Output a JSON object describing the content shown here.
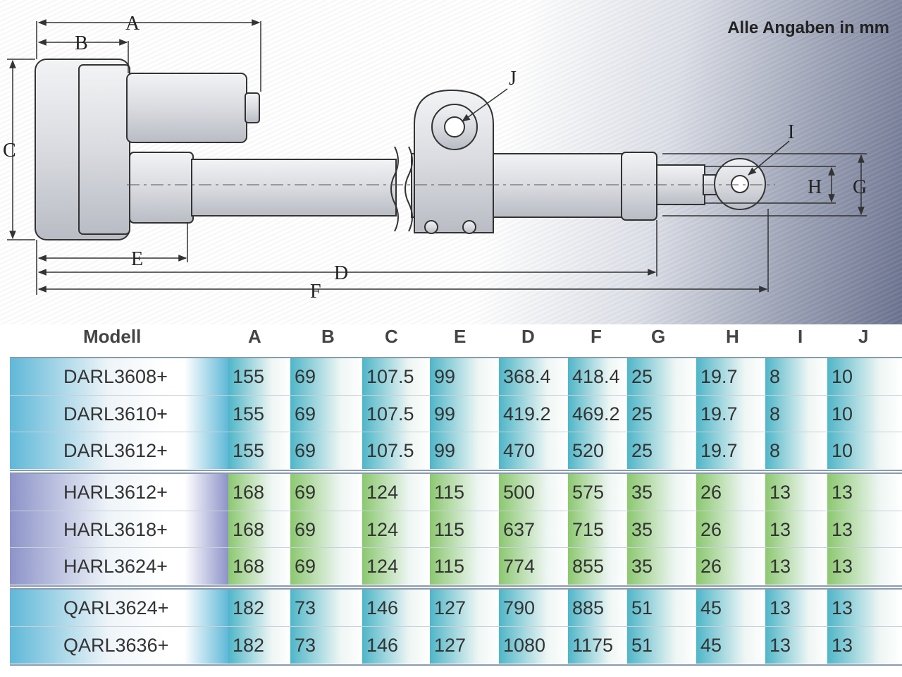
{
  "diagram": {
    "note": "Alle Angaben in mm",
    "dim_labels": {
      "A": "A",
      "B": "B",
      "C": "C",
      "D": "D",
      "E": "E",
      "F": "F",
      "G": "G",
      "H": "H",
      "I": "I",
      "J": "J"
    }
  },
  "table": {
    "columns": [
      "Modell",
      "A",
      "B",
      "C",
      "E",
      "D",
      "F",
      "G",
      "H",
      "I",
      "J"
    ],
    "groups": [
      {
        "model_color": "#5fb8d8",
        "cell_colors": [
          "#4fb6c8",
          "#4fb6c8",
          "#4fb6c8",
          "#4fb6c8",
          "#4fb6c8",
          "#4fb6c8",
          "#4fb6c8",
          "#4fb6c8",
          "#4fb6c8",
          "#4fb6c8"
        ],
        "rows": [
          {
            "model": "DARL3608+",
            "values": [
              "155",
              "69",
              "107.5",
              "99",
              "368.4",
              "418.4",
              "25",
              "19.7",
              "8",
              "10"
            ]
          },
          {
            "model": "DARL3610+",
            "values": [
              "155",
              "69",
              "107.5",
              "99",
              "419.2",
              "469.2",
              "25",
              "19.7",
              "8",
              "10"
            ]
          },
          {
            "model": "DARL3612+",
            "values": [
              "155",
              "69",
              "107.5",
              "99",
              "470",
              "520",
              "25",
              "19.7",
              "8",
              "10"
            ]
          }
        ]
      },
      {
        "model_color": "#8d93c8",
        "cell_colors": [
          "#8cc870",
          "#8cc870",
          "#8cc870",
          "#8cc870",
          "#8cc870",
          "#8cc870",
          "#8cc870",
          "#8cc870",
          "#8cc870",
          "#8cc870"
        ],
        "rows": [
          {
            "model": "HARL3612+",
            "values": [
              "168",
              "69",
              "124",
              "115",
              "500",
              "575",
              "35",
              "26",
              "13",
              "13"
            ]
          },
          {
            "model": "HARL3618+",
            "values": [
              "168",
              "69",
              "124",
              "115",
              "637",
              "715",
              "35",
              "26",
              "13",
              "13"
            ]
          },
          {
            "model": "HARL3624+",
            "values": [
              "168",
              "69",
              "124",
              "115",
              "774",
              "855",
              "35",
              "26",
              "13",
              "13"
            ]
          }
        ]
      },
      {
        "model_color": "#5fb8d8",
        "cell_colors": [
          "#4fb6c8",
          "#4fb6c8",
          "#4fb6c8",
          "#4fb6c8",
          "#4fb6c8",
          "#4fb6c8",
          "#4fb6c8",
          "#4fb6c8",
          "#4fb6c8",
          "#4fb6c8"
        ],
        "rows": [
          {
            "model": "QARL3624+",
            "values": [
              "182",
              "73",
              "146",
              "127",
              "790",
              "885",
              "51",
              "45",
              "13",
              "13"
            ]
          },
          {
            "model": "QARL3636+",
            "values": [
              "182",
              "73",
              "146",
              "127",
              "1080",
              "1175",
              "51",
              "45",
              "13",
              "13"
            ]
          }
        ]
      }
    ]
  }
}
